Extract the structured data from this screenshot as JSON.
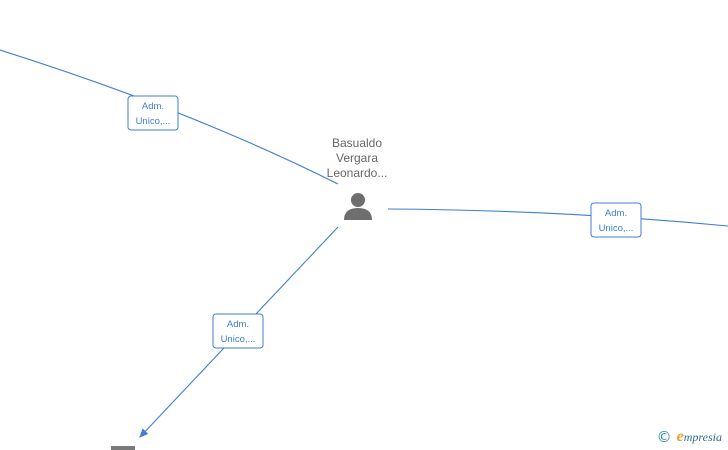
{
  "center_node": {
    "name_lines": [
      "Basualdo",
      "Vergara",
      "Leonardo..."
    ],
    "icon": "person-icon"
  },
  "edges": [
    {
      "id": "upper-left",
      "label_lines": [
        "Adm.",
        "Unico,..."
      ]
    },
    {
      "id": "right",
      "label_lines": [
        "Adm.",
        "Unico,..."
      ]
    },
    {
      "id": "lower-left",
      "label_lines": [
        "Adm.",
        "Unico,..."
      ]
    }
  ],
  "watermark": {
    "symbol": "©",
    "brand_initial": "e",
    "brand_rest": "mpresia"
  },
  "colors": {
    "edge": "#3f7fd0",
    "node_text": "#666666",
    "person_icon": "#6e6e6e",
    "brand_initial": "#f0a020",
    "brand_text": "#2e6d95"
  }
}
